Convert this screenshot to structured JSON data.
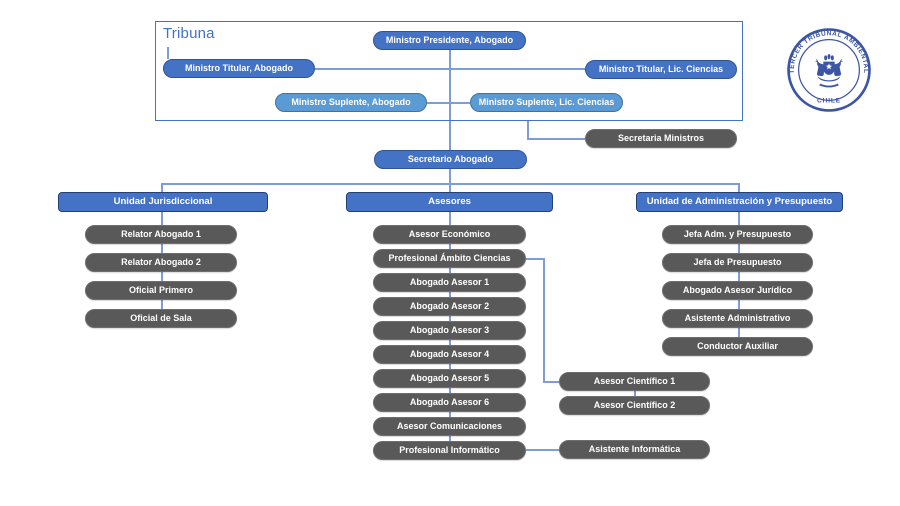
{
  "tribunal": {
    "label": "Tribuna",
    "ministro_presidente": "Ministro Presidente, Abogado",
    "ministro_titular_abogado": "Ministro Titular, Abogado",
    "ministro_titular_ciencias": "Ministro Titular, Lic. Ciencias",
    "ministro_suplente_abogado": "Ministro Suplente, Abogado",
    "ministro_suplente_ciencias": "Ministro Suplente, Lic. Ciencias"
  },
  "secretaria_ministros": {
    "label": "Secretaria Ministros"
  },
  "secretario_abogado": {
    "label": "Secretario Abogado"
  },
  "units": {
    "jurisdiccional": {
      "header": "Unidad Jurisdiccional",
      "items": [
        "Relator Abogado 1",
        "Relator Abogado 2",
        "Oficial Primero",
        "Oficial de Sala"
      ]
    },
    "asesores": {
      "header": "Asesores",
      "items": [
        "Asesor Económico",
        "Profesional Ámbito Ciencias",
        "Abogado Asesor 1",
        "Abogado Asesor 2",
        "Abogado Asesor 3",
        "Abogado Asesor 4",
        "Abogado Asesor 5",
        "Abogado Asesor 6",
        "Asesor Comunicaciones",
        "Profesional Informático"
      ]
    },
    "administracion": {
      "header": "Unidad de Administración y Presupuesto",
      "items": [
        "Jefa Adm. y Presupuesto",
        "Jefa de Presupuesto",
        "Abogado Asesor Jurídico",
        "Asistente Administrativo",
        "Conductor Auxiliar"
      ]
    }
  },
  "satellites": {
    "asesor_cientifico_1": "Asesor Científico 1",
    "asesor_cientifico_2": "Asesor Científico 2",
    "asistente_informatica": "Asistente Informática"
  },
  "logo": {
    "ring_text": "TERCER TRIBUNAL AMBIENTAL",
    "bottom_text": "CHILE"
  },
  "colors": {
    "primary_blue": "#4472C4",
    "light_blue": "#5B9BD5",
    "dark_gray": "#595959",
    "connector_blue": "#7E9CD6",
    "logo_blue": "#3C55A5"
  }
}
